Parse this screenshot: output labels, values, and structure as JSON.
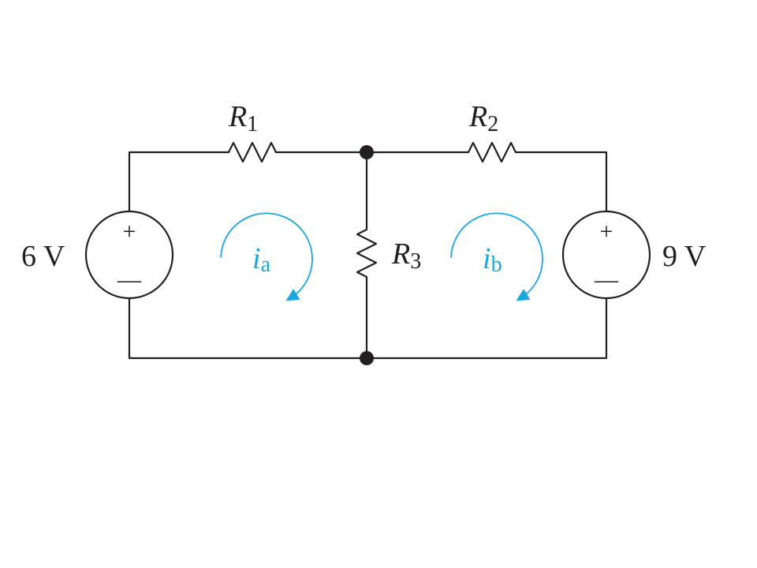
{
  "colors": {
    "ink": "#231f20",
    "mesh_current": "#1ba6e0",
    "background": "#ffffff"
  },
  "sources": {
    "left": {
      "value_label": "6 V",
      "plus_sign": "+",
      "minus_sign": "—"
    },
    "right": {
      "value_label": "9 V",
      "plus_sign": "+",
      "minus_sign": "—"
    }
  },
  "resistors": {
    "r1": {
      "symbol": "R",
      "subscript": "1"
    },
    "r2": {
      "symbol": "R",
      "subscript": "2"
    },
    "r3": {
      "symbol": "R",
      "subscript": "3"
    }
  },
  "mesh_currents": {
    "left": {
      "symbol": "i",
      "subscript": "a",
      "direction": "clockwise"
    },
    "right": {
      "symbol": "i",
      "subscript": "b",
      "direction": "clockwise"
    }
  }
}
